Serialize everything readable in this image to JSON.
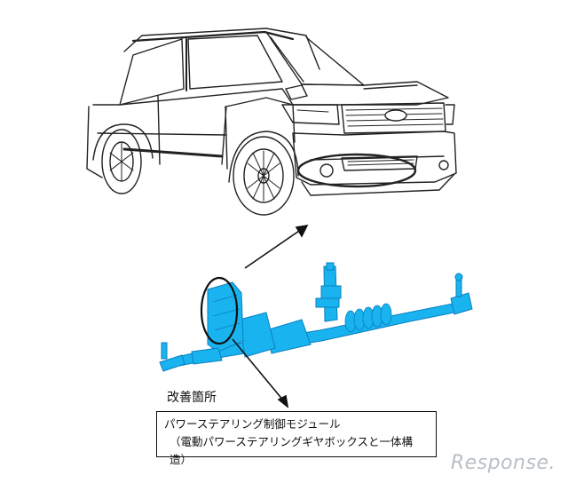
{
  "diagram": {
    "area_label": "改善箇所",
    "callout": {
      "line1": "パワーステアリング制御モジュール",
      "line2": "（電動パワーステアリングギヤボックスと一体構造）"
    },
    "watermark": "Response."
  },
  "colors": {
    "line_art": "#222222",
    "steering_part": "#19b3ef",
    "steering_dark": "#0a7fc0",
    "watermark": "#b9bfc4"
  }
}
